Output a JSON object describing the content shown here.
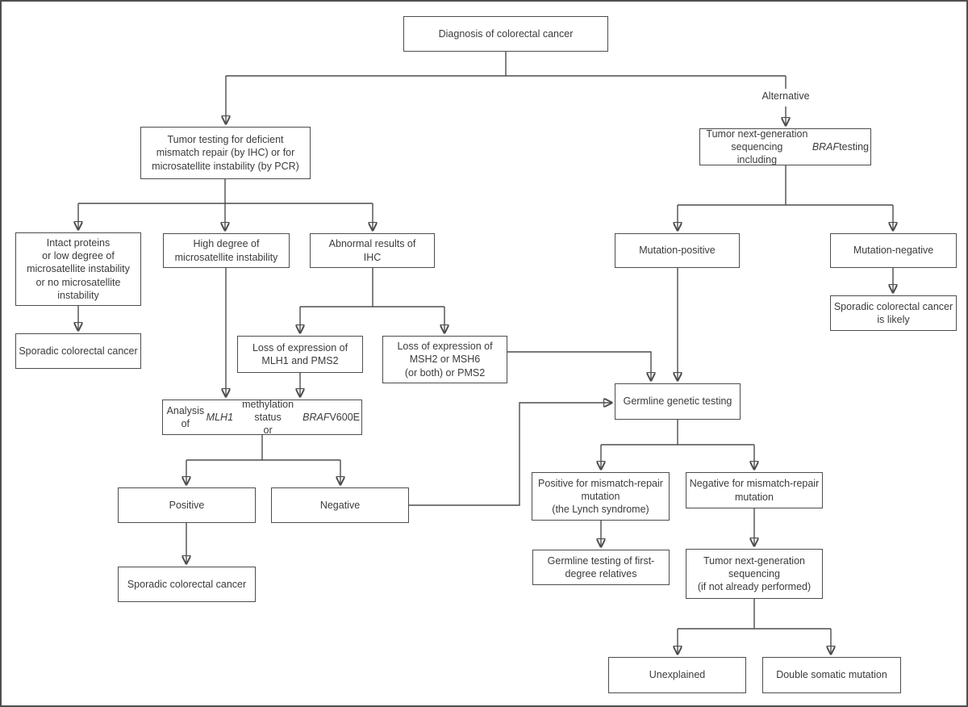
{
  "diagram": {
    "title": "Diagnosis of colorectal cancer flowchart",
    "colors": {
      "background": "#ffffff",
      "line": "#4d4d4d",
      "text": "#3b3b3b",
      "border": "#4f4f4f"
    },
    "edge_label": "Alternative",
    "nodes": {
      "diagnosis": {
        "label": "Diagnosis of colorectal cancer"
      },
      "tumor_testing": {
        "label": "Tumor testing for deficient\nmismatch repair (by IHC) or for\nmicrosatellite instability (by PCR)"
      },
      "tumor_ngs": {
        "label": "Tumor next-generation sequencing\nincluding *BRAF* testing"
      },
      "intact": {
        "label": "Intact proteins\nor low degree of\nmicrosatellite instability\nor no microsatellite\ninstability"
      },
      "high_degree": {
        "label": "High degree of\nmicrosatellite instability"
      },
      "abnormal": {
        "label": "Abnormal results of\nIHC"
      },
      "mutation_positive": {
        "label": "Mutation-positive"
      },
      "mutation_negative": {
        "label": "Mutation-negative"
      },
      "sporadic_left": {
        "label": "Sporadic colorectal cancer"
      },
      "sporadic_likely": {
        "label": "Sporadic colorectal cancer\nis likely"
      },
      "loss_mlh1": {
        "label": "Loss of expression of\nMLH1 and PMS2"
      },
      "loss_msh2": {
        "label": "Loss of expression of\nMSH2 or MSH6\n(or both) or PMS2"
      },
      "analysis": {
        "label": "Analysis of *MLH1* methylation status\nor *BRAF* V600E"
      },
      "germline": {
        "label": "Germline genetic testing"
      },
      "positive": {
        "label": "Positive"
      },
      "negative": {
        "label": "Negative"
      },
      "sporadic_bottom": {
        "label": "Sporadic colorectal cancer"
      },
      "lynch": {
        "label": "Positive for mismatch-repair\nmutation\n(the Lynch syndrome)"
      },
      "negative_mmr": {
        "label": "Negative for mismatch-repair\nmutation"
      },
      "germline_first": {
        "label": "Germline testing of first-\ndegree relatives"
      },
      "tumor_ngs2": {
        "label": "Tumor next-generation\nsequencing\n(if not already performed)"
      },
      "unexplained": {
        "label": "Unexplained"
      },
      "double_somatic": {
        "label": "Double somatic mutation"
      }
    }
  }
}
